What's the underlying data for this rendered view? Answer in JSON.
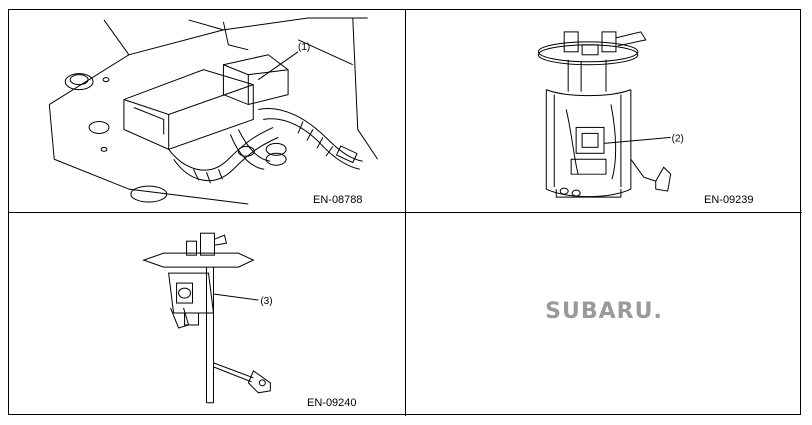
{
  "panels": [
    {
      "callout": "(1)",
      "code": "EN-08788"
    },
    {
      "callout": "(2)",
      "code": "EN-09239"
    },
    {
      "callout": "(3)",
      "code": "EN-09240"
    }
  ],
  "logo": {
    "text": "SUBARU."
  },
  "colors": {
    "line": "#000000",
    "logo": "#9a9a9a"
  }
}
